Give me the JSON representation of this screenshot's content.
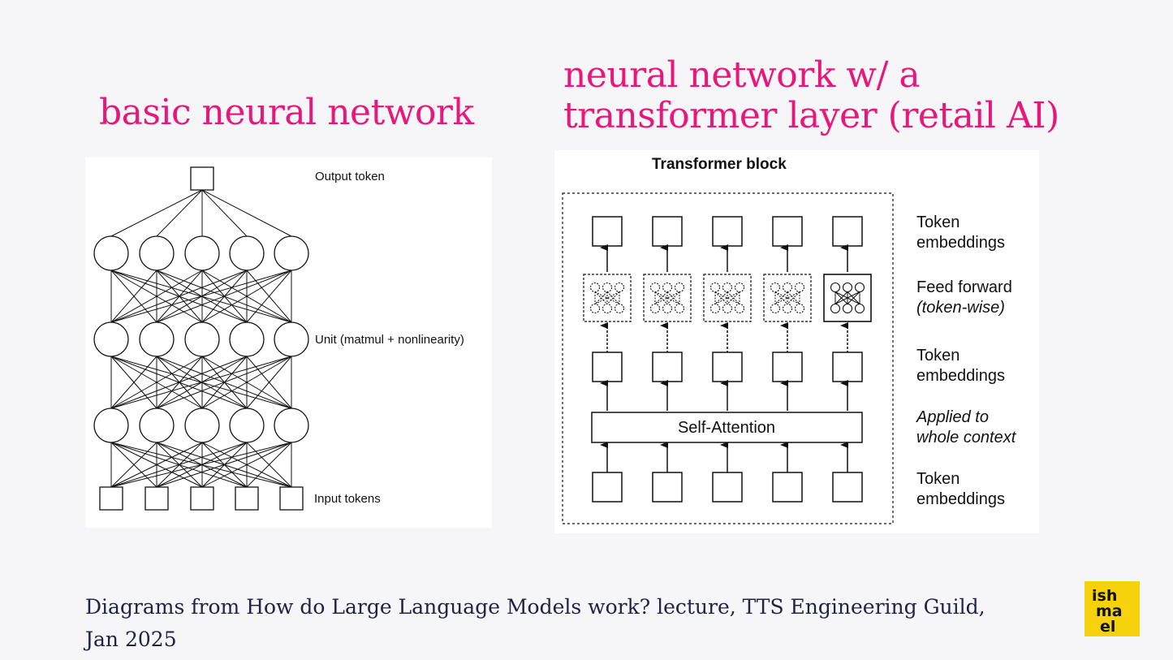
{
  "slide": {
    "title_left": "basic neural network",
    "title_right_line1": "neural network w/ a",
    "title_right_line2": "transformer layer (retail AI)",
    "caption_line1": "Diagrams from How do Large Language Models work? lecture, TTS Engineering Guild,",
    "caption_line2": "Jan 2025",
    "logo_text": "ishmael"
  },
  "basic_nn": {
    "output_label": "Output token",
    "unit_label": "Unit (matmul + nonlinearity)",
    "input_label": "Input tokens"
  },
  "transformer": {
    "block_title": "Transformer block",
    "self_attention_label": "Self-Attention",
    "labels": {
      "token_embeddings_1": "Token",
      "token_embeddings_2": "embeddings",
      "feed_forward_1": "Feed forward",
      "feed_forward_2": "(token-wise)",
      "applied_1": "Applied to",
      "applied_2": "whole context"
    }
  },
  "colors": {
    "title": "#e6197a",
    "caption": "#222244",
    "logo_bg": "#f5d20c"
  }
}
